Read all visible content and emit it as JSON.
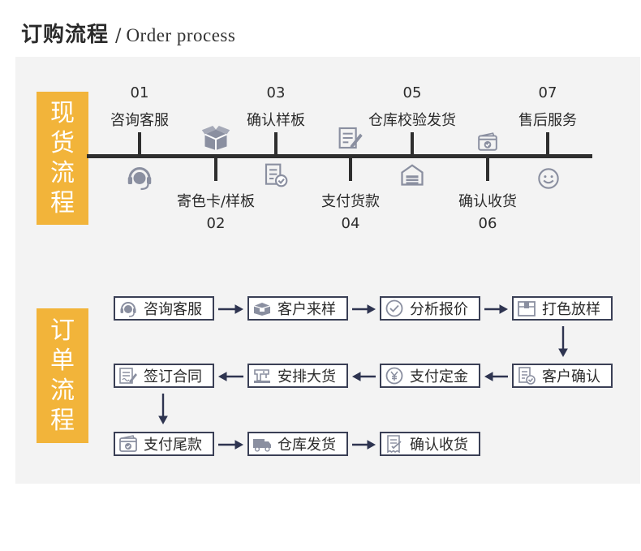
{
  "header": {
    "title_zh": "订购流程",
    "separator": "/",
    "title_en": "Order process"
  },
  "stock_flow": {
    "label_chars": [
      "现",
      "货",
      "流",
      "程"
    ],
    "steps": [
      {
        "num": "01",
        "label": "咨询客服",
        "icon": "headset-icon"
      },
      {
        "num": "02",
        "label": "寄色卡/样板",
        "icon": "box-icon"
      },
      {
        "num": "03",
        "label": "确认样板",
        "icon": "document-check-icon"
      },
      {
        "num": "04",
        "label": "支付货款",
        "icon": "document-pen-icon"
      },
      {
        "num": "05",
        "label": "仓库校验发货",
        "icon": "warehouse-icon"
      },
      {
        "num": "06",
        "label": "确认收货",
        "icon": "wallet-check-icon"
      },
      {
        "num": "07",
        "label": "售后服务",
        "icon": "smiley-icon"
      }
    ]
  },
  "order_flow": {
    "label_chars": [
      "订",
      "单",
      "流",
      "程"
    ],
    "row1": [
      {
        "label": "咨询客服",
        "icon": "headset-icon"
      },
      {
        "label": "客户来样",
        "icon": "package-icon"
      },
      {
        "label": "分析报价",
        "icon": "check-circle-icon"
      },
      {
        "label": "打色放样",
        "icon": "open-box-icon"
      }
    ],
    "row2": [
      {
        "label": "签订合同",
        "icon": "contract-icon"
      },
      {
        "label": "安排大货",
        "icon": "sewing-machine-icon"
      },
      {
        "label": "支付定金",
        "icon": "yen-coin-icon"
      },
      {
        "label": "客户确认",
        "icon": "document-check-icon"
      }
    ],
    "row3": [
      {
        "label": "支付尾款",
        "icon": "wallet-check-icon"
      },
      {
        "label": "仓库发货",
        "icon": "truck-icon"
      },
      {
        "label": "确认收货",
        "icon": "receipt-check-icon"
      }
    ]
  },
  "colors": {
    "accent": "#f2b43a",
    "line": "#2e2e2e",
    "box_border": "#3a3f55",
    "icon": "#8a8fa0",
    "panel": "#f3f3f3"
  }
}
